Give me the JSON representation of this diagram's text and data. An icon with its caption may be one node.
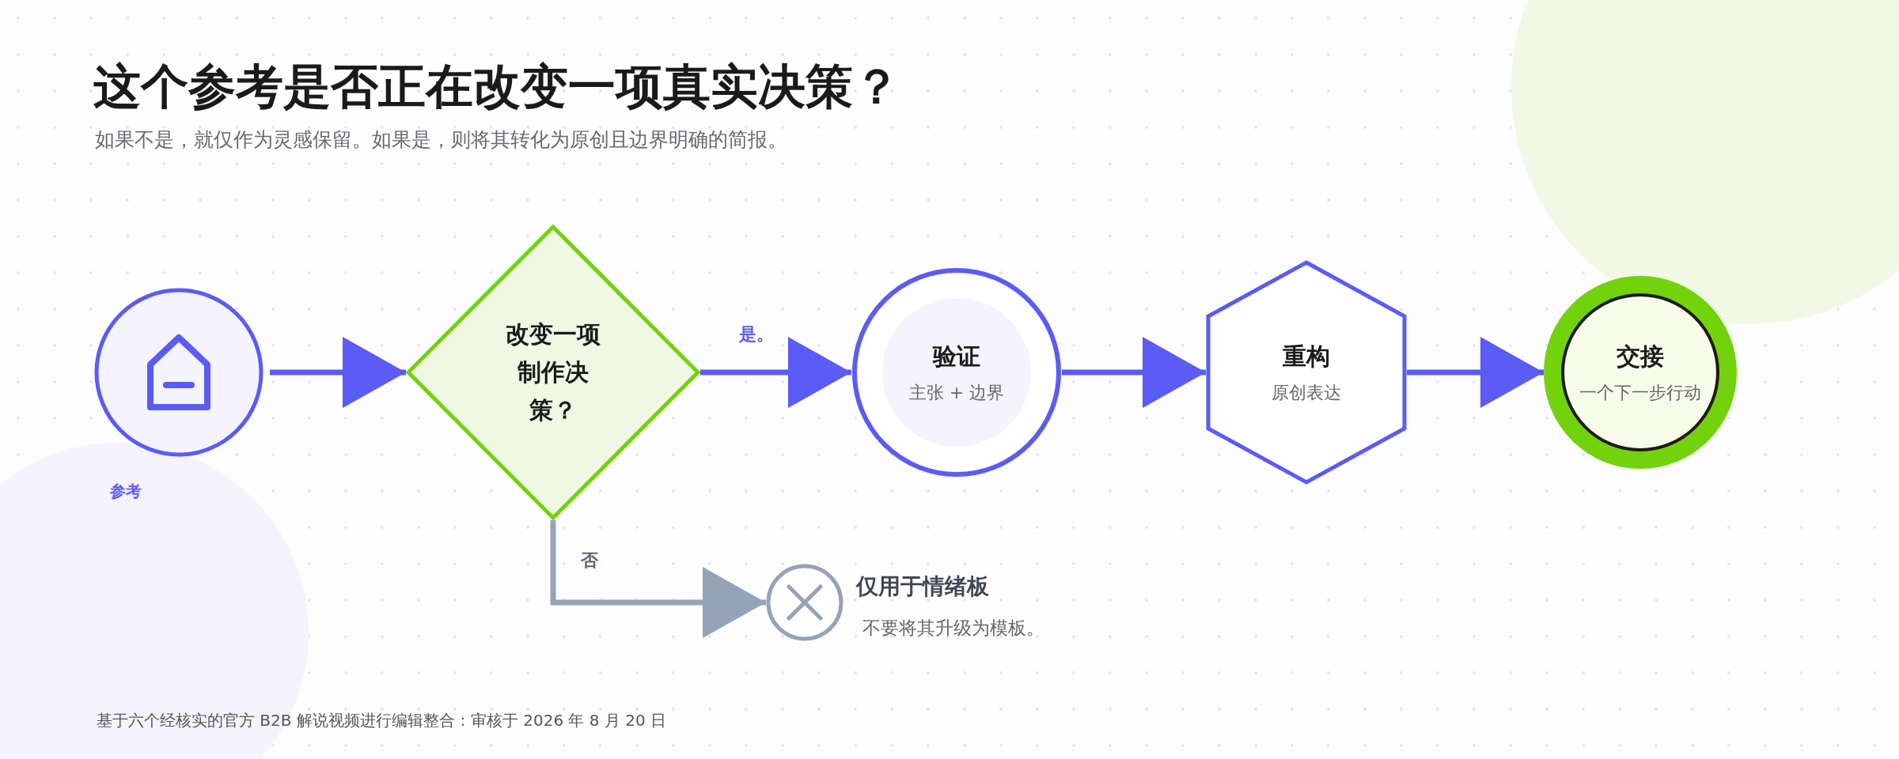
{
  "diagram": {
    "title": "这个参考是否正在改变一项真实决策？",
    "nodes": [
      {
        "text": [],
        "shape": "circle",
        "beside": [
          "参考"
        ]
      },
      {
        "text": [
          "改变一项制作决策？"
        ]
      },
      {
        "text": [
          "验证",
          "主张 + 边界"
        ]
      },
      {
        "text": [
          "重构",
          "原创表达"
        ]
      },
      {
        "text": [
          "交接",
          "一个下一步行动"
        ]
      },
      {
        "text": [],
        "shape": "circle",
        "beside": [
          "仅用于情绪板",
          "不要将其升级为模板。"
        ]
      }
    ],
    "edges": [
      {
        "from": 0,
        "to": 1,
        "arrow": "to"
      },
      {
        "from": 1,
        "to": 2,
        "arrow": "to",
        "label": "是。"
      },
      {
        "from": 2,
        "to": 3,
        "arrow": "to"
      },
      {
        "from": 3,
        "to": 4,
        "arrow": "to"
      },
      {
        "from": 1,
        "to": 5,
        "arrow": "to",
        "label": "否",
        "color": "#94a3b8"
      }
    ],
    "labels": [
      "如果不是，就仅作为灵感保留。如果是，则将其转化为原创且边界明确的简报。",
      "基于六个经核实的官方 B2B 解说视频进行编辑整合：审核于 2026 年 8 月 20 日"
    ]
  }
}
